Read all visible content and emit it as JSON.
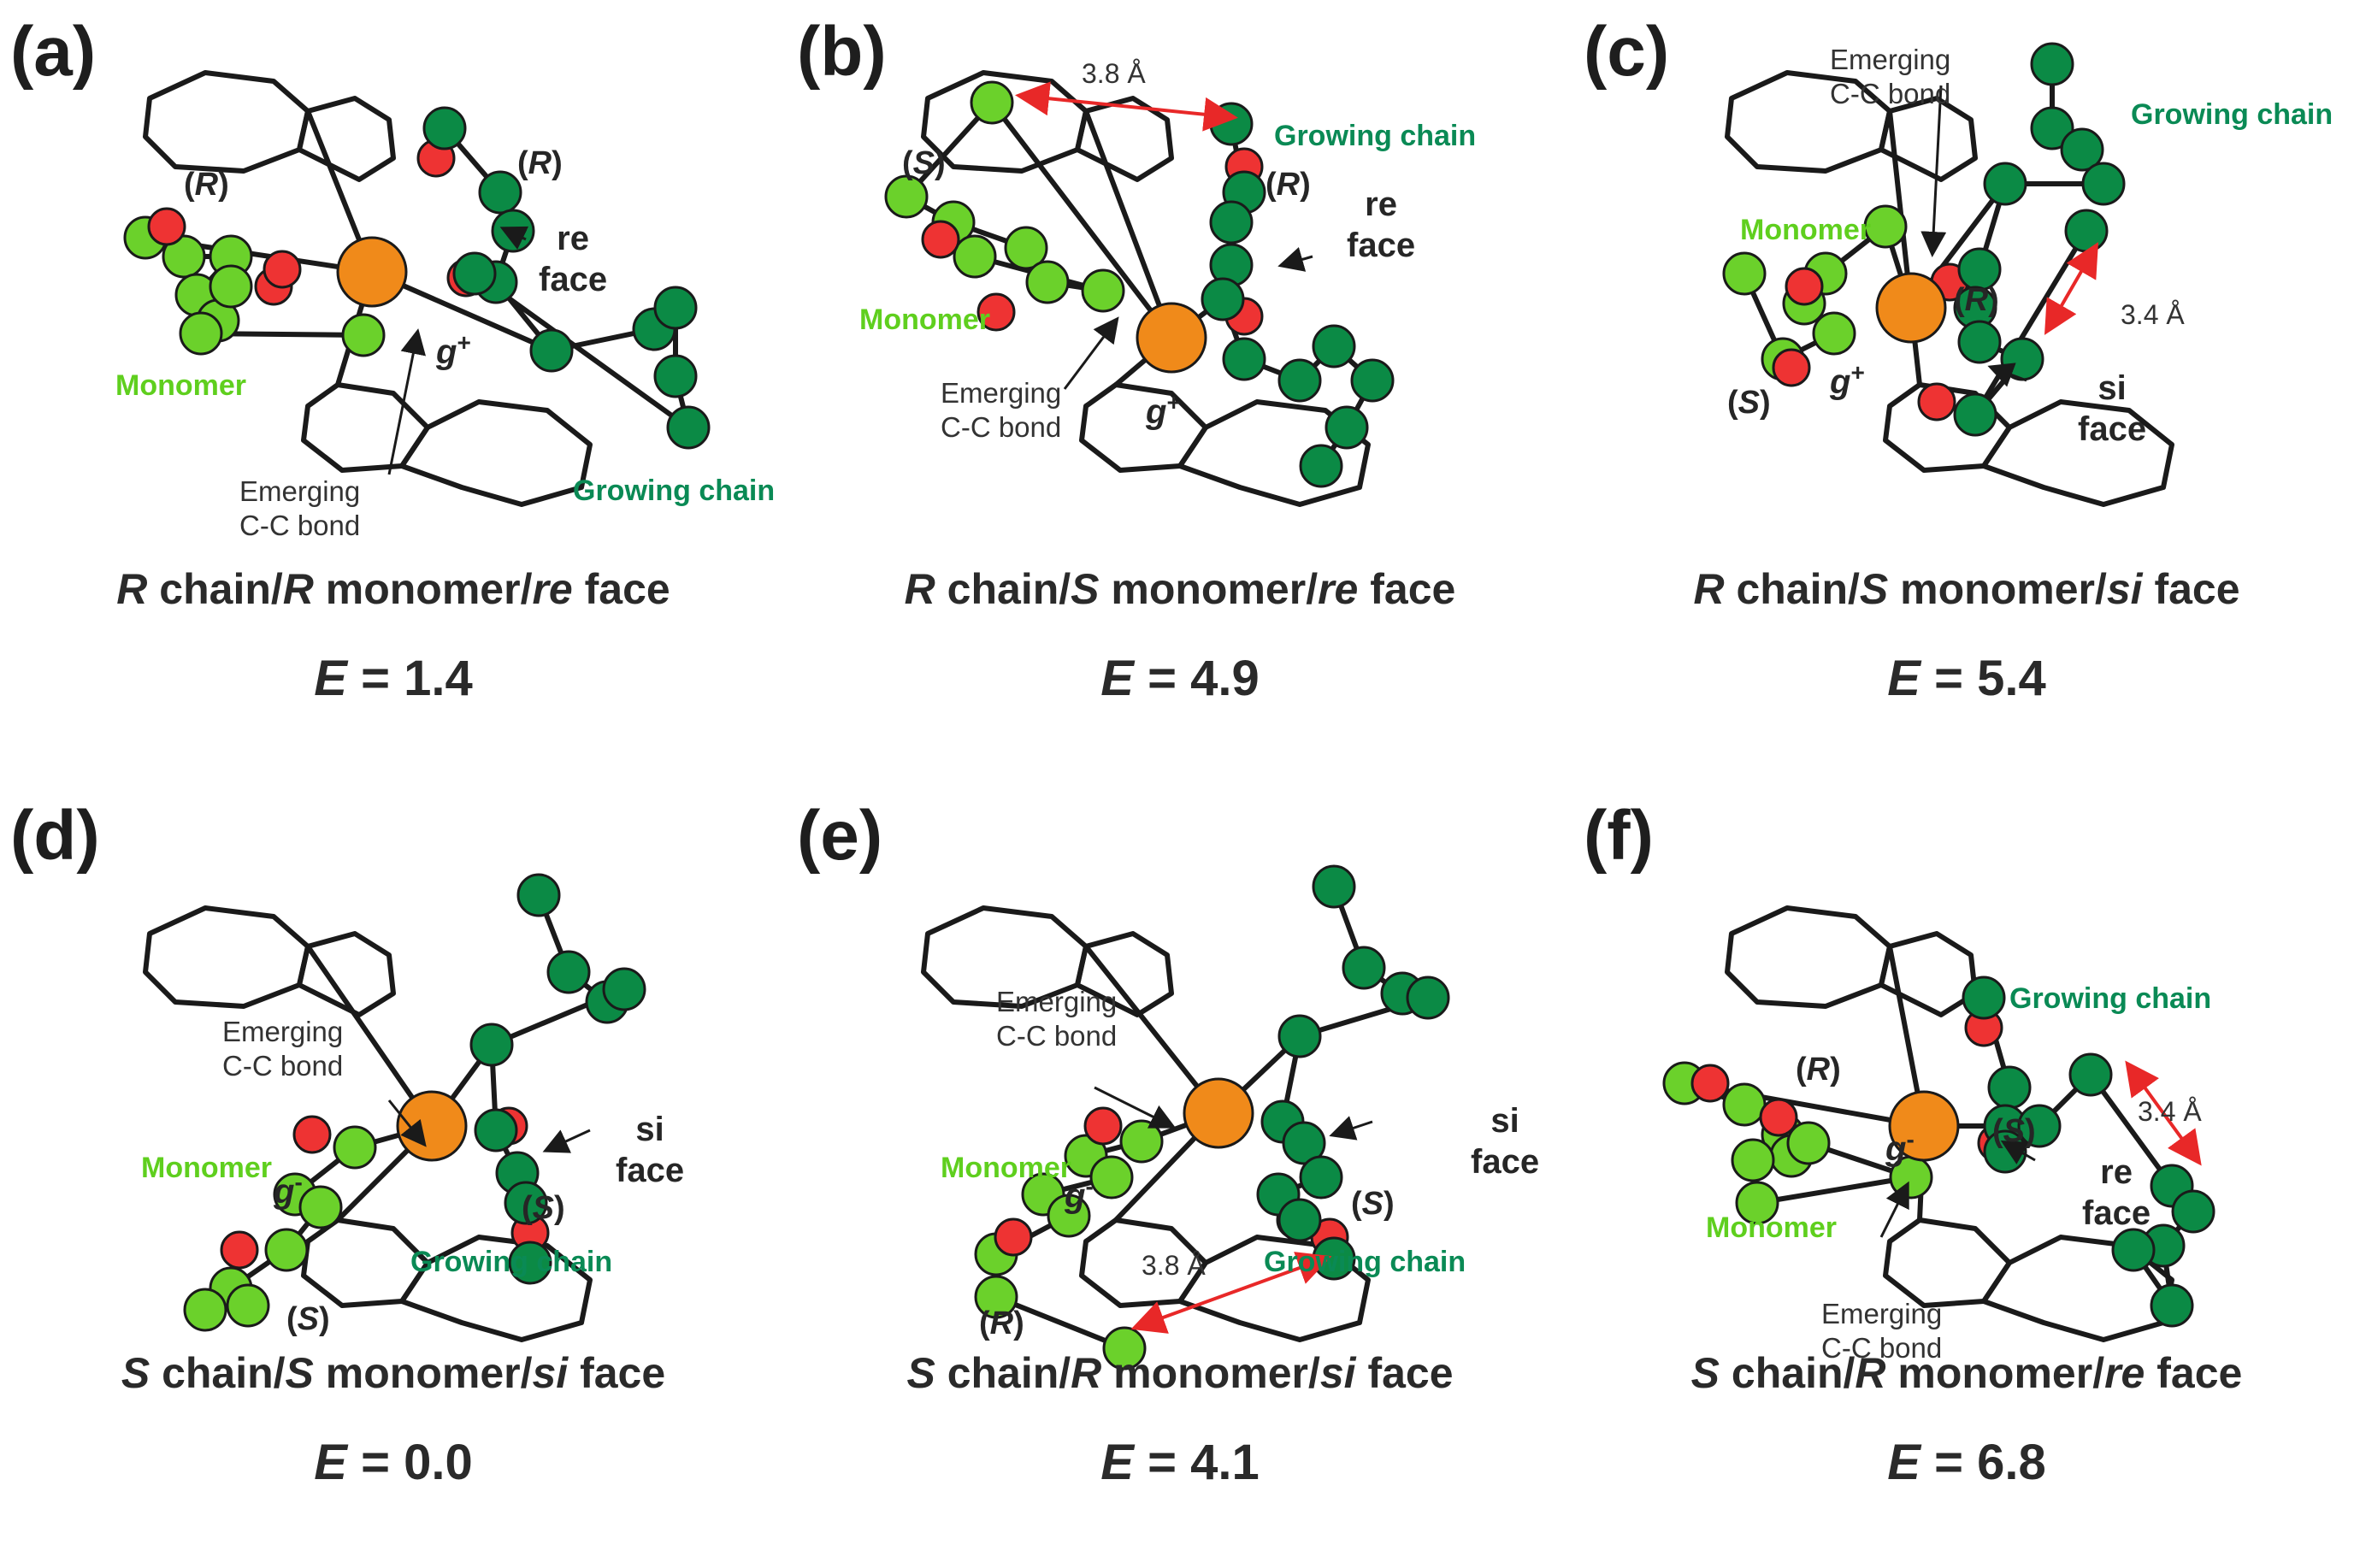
{
  "colors": {
    "metal": "#f08a1a",
    "oxygen": "#ee3333",
    "growing_chain_atom": "#0b8a45",
    "monomer_atom": "#6bd12b",
    "bond": "#1a1a1a",
    "distance_arrow": "#e82828",
    "chain_label": "#0a8a55",
    "monomer_label": "#5fcf1e"
  },
  "panels": [
    {
      "label": "(a)",
      "title": [
        {
          "t": "R",
          "i": true
        },
        {
          "t": " chain/",
          "i": false
        },
        {
          "t": "R",
          "i": true
        },
        {
          "t": " monomer/",
          "i": false
        },
        {
          "t": "re",
          "i": true
        },
        {
          "t": " face",
          "i": false
        }
      ],
      "energy_symbol": "E",
      "energy_value": "= 1.4",
      "chain_label": "Growing chain",
      "monomer_label": "Monomer",
      "bond_label_1": "Emerging",
      "bond_label_2": "C-C bond",
      "face_word": "re",
      "face_text": "face",
      "stereo_1": "R",
      "stereo_2": "R",
      "gauche_symbol": "g",
      "gauche_sign": "+",
      "distance": ""
    },
    {
      "label": "(b)",
      "title": [
        {
          "t": "R",
          "i": true
        },
        {
          "t": " chain/",
          "i": false
        },
        {
          "t": "S",
          "i": true
        },
        {
          "t": " monomer/",
          "i": false
        },
        {
          "t": "re",
          "i": true
        },
        {
          "t": " face",
          "i": false
        }
      ],
      "energy_symbol": "E",
      "energy_value": "= 4.9",
      "chain_label": "Growing chain",
      "monomer_label": "Monomer",
      "bond_label_1": "Emerging",
      "bond_label_2": "C-C bond",
      "face_word": "re",
      "face_text": "face",
      "stereo_1": "S",
      "stereo_2": "R",
      "gauche_symbol": "g",
      "gauche_sign": "+",
      "distance": "3.8 Å"
    },
    {
      "label": "(c)",
      "title": [
        {
          "t": "R",
          "i": true
        },
        {
          "t": " chain/",
          "i": false
        },
        {
          "t": "S",
          "i": true
        },
        {
          "t": " monomer/",
          "i": false
        },
        {
          "t": "si",
          "i": true
        },
        {
          "t": " face",
          "i": false
        }
      ],
      "energy_symbol": "E",
      "energy_value": "= 5.4",
      "chain_label": "Growing chain",
      "monomer_label": "Monomer",
      "bond_label_1": "Emerging",
      "bond_label_2": "C-C bond",
      "face_word": "si",
      "face_text": "face",
      "stereo_1": "S",
      "stereo_2": "R",
      "gauche_symbol": "g",
      "gauche_sign": "+",
      "distance": "3.4 Å"
    },
    {
      "label": "(d)",
      "title": [
        {
          "t": "S",
          "i": true
        },
        {
          "t": " chain/",
          "i": false
        },
        {
          "t": "S",
          "i": true
        },
        {
          "t": " monomer/",
          "i": false
        },
        {
          "t": "si",
          "i": true
        },
        {
          "t": " face",
          "i": false
        }
      ],
      "energy_symbol": "E",
      "energy_value": "= 0.0",
      "chain_label": "Growing chain",
      "monomer_label": "Monomer",
      "bond_label_1": "Emerging",
      "bond_label_2": "C-C bond",
      "face_word": "si",
      "face_text": "face",
      "stereo_1": "S",
      "stereo_2": "S",
      "gauche_symbol": "g",
      "gauche_sign": "-",
      "distance": ""
    },
    {
      "label": "(e)",
      "title": [
        {
          "t": "S",
          "i": true
        },
        {
          "t": " chain/",
          "i": false
        },
        {
          "t": "R",
          "i": true
        },
        {
          "t": " monomer/",
          "i": false
        },
        {
          "t": "si",
          "i": true
        },
        {
          "t": " face",
          "i": false
        }
      ],
      "energy_symbol": "E",
      "energy_value": "= 4.1",
      "chain_label": "Growing chain",
      "monomer_label": "Monomer",
      "bond_label_1": "Emerging",
      "bond_label_2": "C-C bond",
      "face_word": "si",
      "face_text": "face",
      "stereo_1": "R",
      "stereo_2": "S",
      "gauche_symbol": "g",
      "gauche_sign": "-",
      "distance": "3.8 Å"
    },
    {
      "label": "(f)",
      "title": [
        {
          "t": "S",
          "i": true
        },
        {
          "t": " chain/",
          "i": false
        },
        {
          "t": "R",
          "i": true
        },
        {
          "t": " monomer/",
          "i": false
        },
        {
          "t": "re",
          "i": true
        },
        {
          "t": " face",
          "i": false
        }
      ],
      "energy_symbol": "E",
      "energy_value": "= 6.8",
      "chain_label": "Growing chain",
      "monomer_label": "Monomer",
      "bond_label_1": "Emerging",
      "bond_label_2": "C-C bond",
      "face_word": "re",
      "face_text": "face",
      "stereo_1": "R",
      "stereo_2": "S",
      "gauche_symbol": "g",
      "gauche_sign": "-",
      "distance": "3.4 Å"
    }
  ]
}
